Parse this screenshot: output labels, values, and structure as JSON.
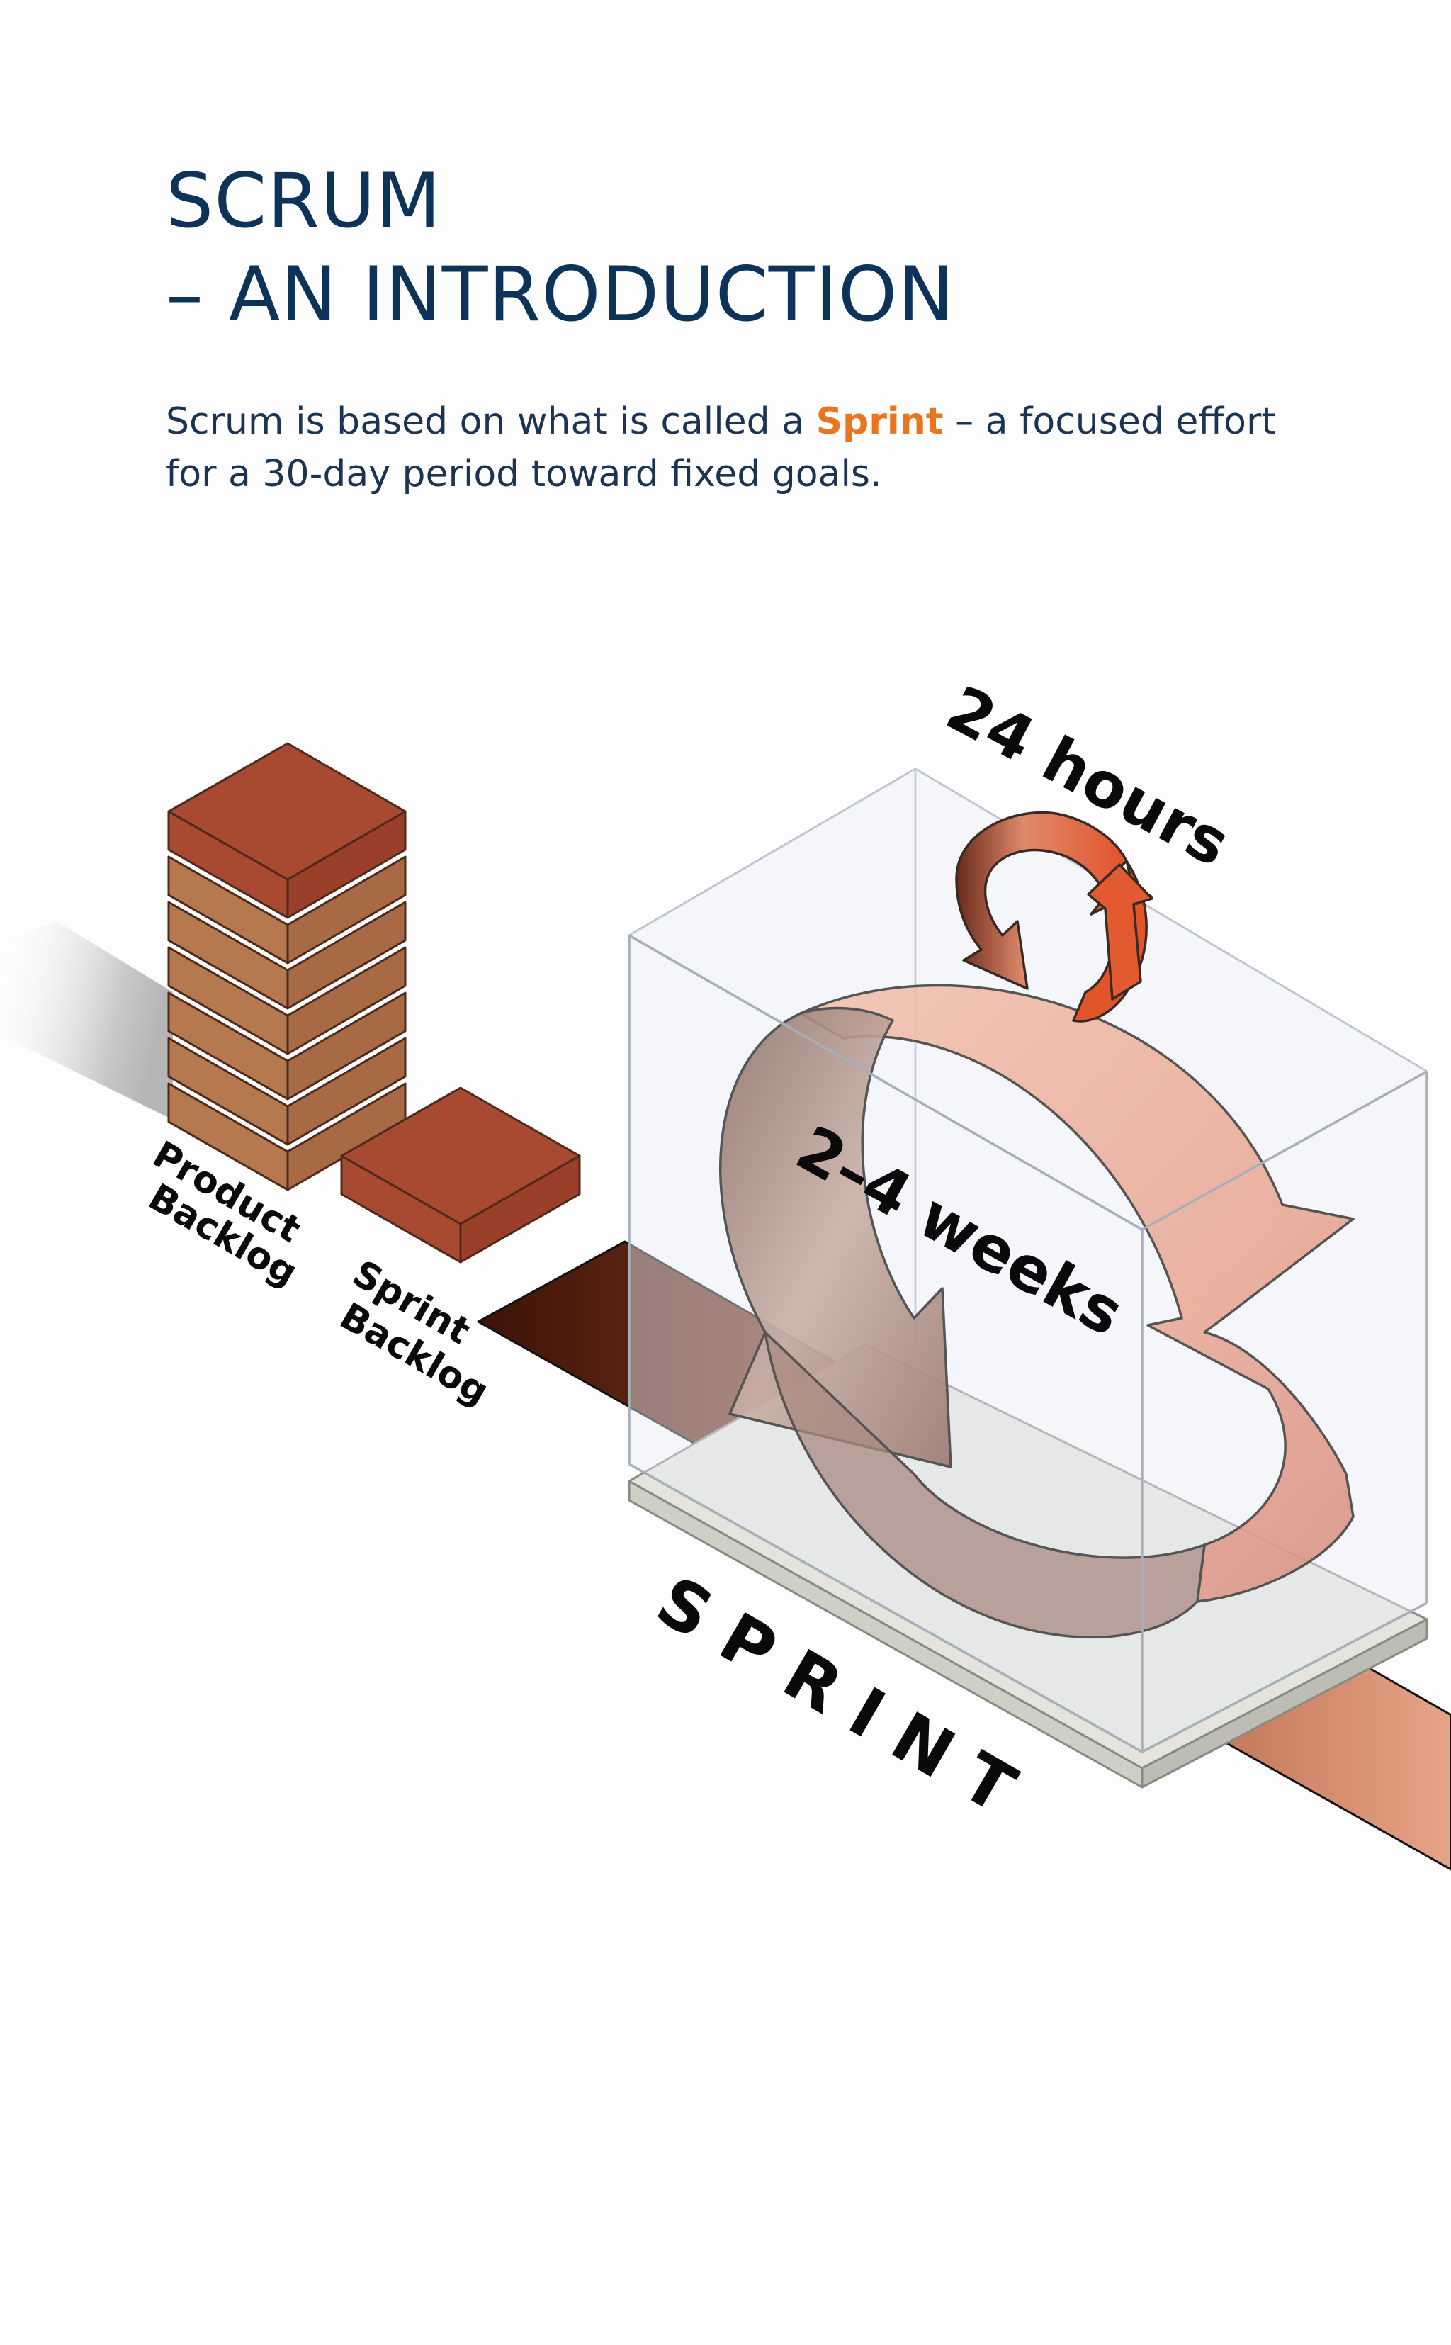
{
  "title": {
    "line1": "SCRUM",
    "line2": "– AN INTRODUCTION"
  },
  "intro": {
    "before": "Scrum is based on what is called a ",
    "highlight": "Sprint",
    "after": " – a focused effort for a 30-day period toward fixed goals."
  },
  "labels": {
    "product_backlog_1": "Product",
    "product_backlog_2": "Backlog",
    "sprint_backlog_1": "Sprint",
    "sprint_backlog_2": "Backlog",
    "daily_cycle": "24 hours",
    "sprint_cycle": "2–4 weeks",
    "sprint": "S P R I N T"
  },
  "colors": {
    "title": "#0d3458",
    "highlight": "#e9761f",
    "brick_top": "#a84a32",
    "brick_side": "#b5784f",
    "arrow": "#e3a08a",
    "daily_arrow": "#e06a3f"
  }
}
